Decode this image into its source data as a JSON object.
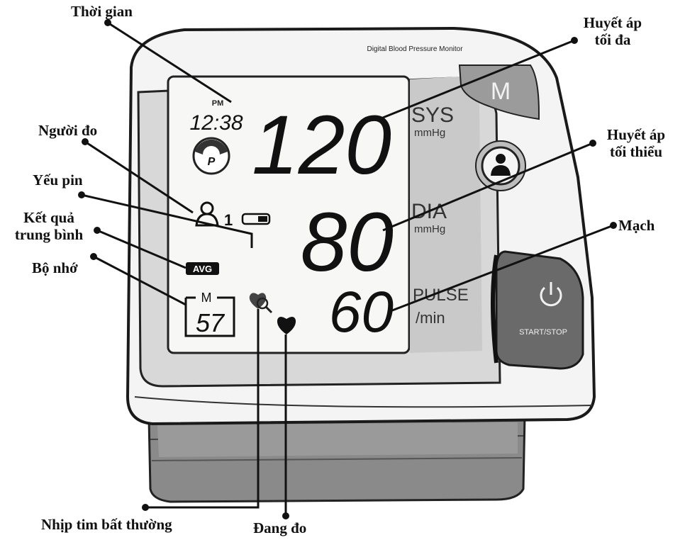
{
  "device": {
    "model_label": "Digital Blood Pressure Monitor",
    "buttons": {
      "memory_label": "M",
      "start_stop_label": "START/STOP"
    },
    "display": {
      "time_ampm": "PM",
      "time_value": "12:38",
      "sys_value": "120",
      "sys_label": "SYS",
      "sys_unit": "mmHg",
      "dia_value": "80",
      "dia_label": "DIA",
      "dia_unit": "mmHg",
      "pulse_value": "60",
      "pulse_label": "PULSE",
      "pulse_unit": "/min",
      "user_number": "1",
      "avg_label": "AVG",
      "memory_letter": "M",
      "memory_value": "57",
      "pressure_icon_letter": "P"
    }
  },
  "callouts": {
    "time": "Thời gian",
    "user": "Người đo",
    "battery": "Yếu pin",
    "average_line1": "Kết quả",
    "average_line2": "trung bình",
    "memory": "Bộ nhớ",
    "irregular_heartbeat": "Nhịp tim bất thường",
    "measuring": "Đang đo",
    "systolic_line1": "Huyết áp",
    "systolic_line2": "tối đa",
    "diastolic_line1": "Huyết áp",
    "diastolic_line2": "tối thiểu",
    "pulse": "Mạch"
  },
  "icons": [
    "user-icon",
    "battery-low-icon",
    "heart-icon",
    "irregular-heartbeat-icon",
    "pressure-gauge-icon",
    "power-icon",
    "person-icon"
  ]
}
